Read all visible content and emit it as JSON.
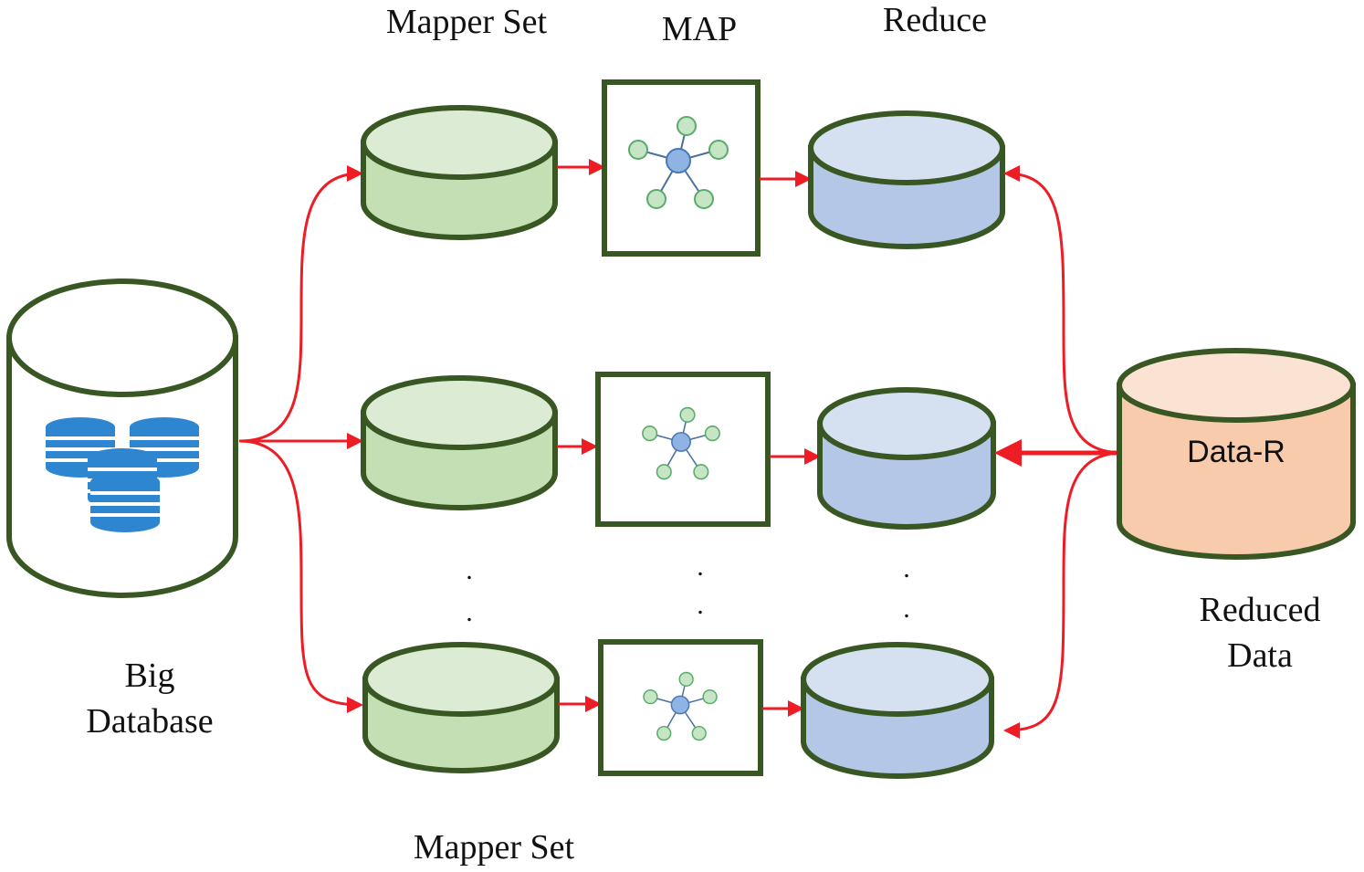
{
  "labels": {
    "mapper_set_top": "Mapper Set",
    "map": "MAP",
    "reduce": "Reduce",
    "big_line1": "Big",
    "big_line2": "Database",
    "data_r": "Data-R",
    "reduced_line1": "Reduced",
    "reduced_line2": "Data",
    "mapper_set_bottom": "Mapper Set",
    "ellipsis_dot": "."
  },
  "colors": {
    "outline": "#385723",
    "arrow": "#ee1c25",
    "mapper_top": "#dcebd4",
    "mapper_body": "#c5dfb4",
    "reduce_top": "#d5e0f1",
    "reduce_body": "#b4c7e7",
    "data_r_top": "#fbe3d4",
    "data_r_body": "#f8cbad",
    "db_icon": "#2e86d0",
    "node_outer": "#c5e5c5",
    "node_outer_stroke": "#5aaa6a",
    "node_center": "#8fb4e3",
    "node_center_stroke": "#4a78b5"
  },
  "icons": {
    "database_stack": "database-stack-icon",
    "network": "network-icon"
  }
}
